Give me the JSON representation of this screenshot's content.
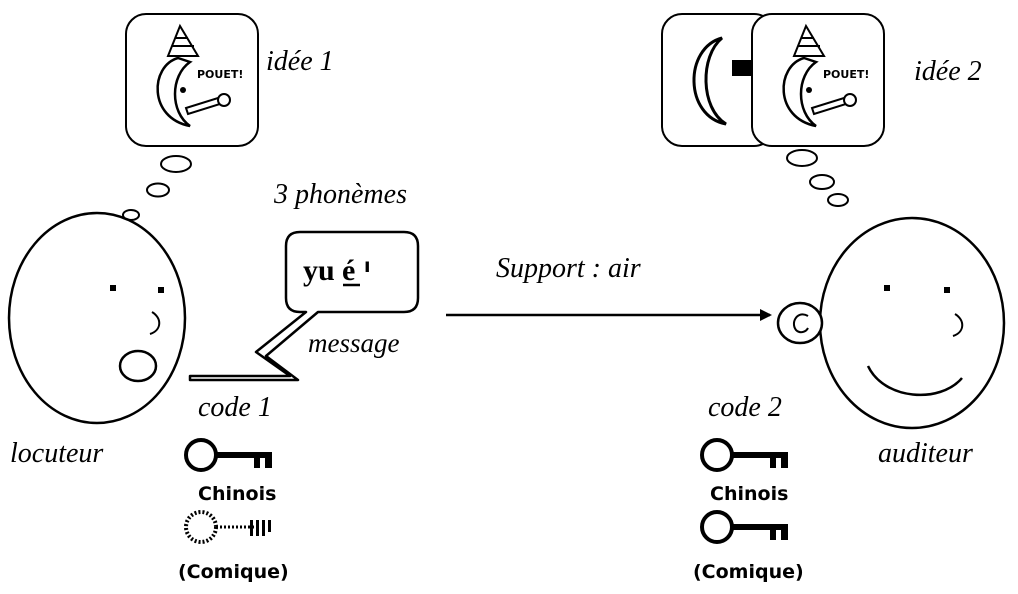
{
  "labels": {
    "idea1": "idée 1",
    "idea2": "idée 2",
    "phonemes": "3 phonèmes",
    "word_main": "yu",
    "word_accent": "é",
    "word_tone": "ı",
    "support": "Support : air",
    "message": "message",
    "code1": "code 1",
    "code2": "code 2",
    "speaker": "locuteur",
    "listener": "auditeur",
    "pouet": "POUET!"
  },
  "codes": {
    "speaker": [
      {
        "label": "Chinois",
        "style": "solid"
      },
      {
        "label": "(Comique)",
        "style": "dotted"
      }
    ],
    "listener": [
      {
        "label": "Chinois",
        "style": "solid"
      },
      {
        "label": "(Comique)",
        "style": "solid"
      }
    ]
  },
  "icons": [
    "moon-clown-icon",
    "crescent-moon-icon",
    "key-icon",
    "arrow-icon",
    "ear-icon"
  ]
}
